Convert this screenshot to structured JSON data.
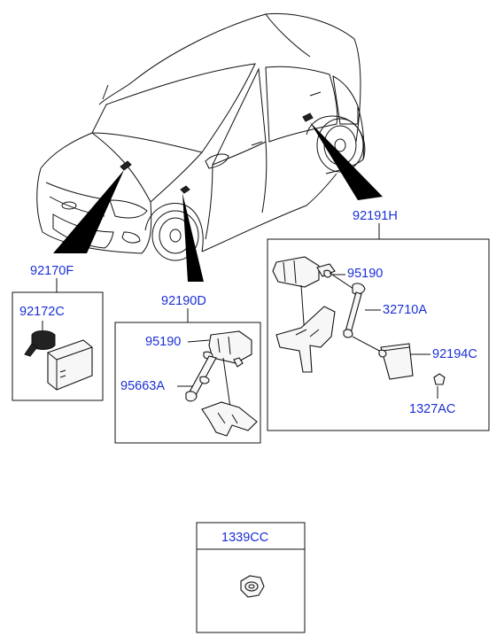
{
  "labels": {
    "sensor_group_front": "92170F",
    "sensor_front": "92172C",
    "sensor_group_left": "92190D",
    "sensor_left": "95190",
    "link_left": "95663A",
    "sensor_group_rear": "92191H",
    "sensor_rear": "95190",
    "link_rear": "32710A",
    "bracket_rear": "92194C",
    "nut_rear": "1327AC",
    "nut_box": "1339CC"
  }
}
